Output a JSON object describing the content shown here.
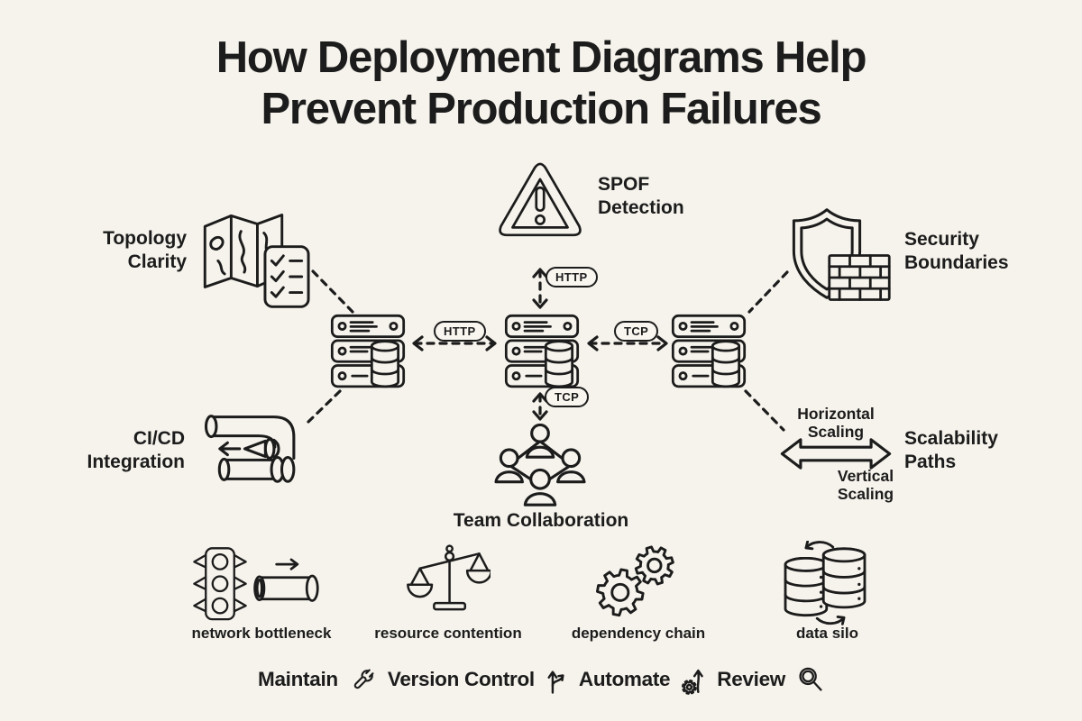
{
  "colors": {
    "bg": "#f6f3ec",
    "ink": "#1c1c1c",
    "pill_bg": "#f9f6f0",
    "traffic_red": "#d63c32",
    "traffic_yellow": "#f0b92e",
    "traffic_green": "#43a45f"
  },
  "title": {
    "line1": "How Deployment Diagrams Help",
    "line2": "Prevent Production Failures"
  },
  "features": {
    "spof": {
      "label": "SPOF\nDetection",
      "icon": "warning-triangle-icon"
    },
    "topology": {
      "label": "Topology\nClarity",
      "icons": [
        "map-icon",
        "checklist-icon"
      ]
    },
    "security": {
      "label": "Security\nBoundaries",
      "icons": [
        "shield-icon",
        "brick-wall-icon"
      ]
    },
    "cicd": {
      "label": "CI/CD\nIntegration",
      "icons": [
        "pipeline-icon"
      ]
    },
    "scalability": {
      "label": "Scalability\nPaths",
      "horizontal_label": "Horizontal\nScaling",
      "vertical_label": "Vertical\nScaling",
      "icons": [
        "double-headed-arrow-icon"
      ]
    },
    "team": {
      "label": "Team Collaboration",
      "icons": [
        "team-people-icon"
      ]
    }
  },
  "servers": {
    "count": 3,
    "icon": "server-stack-icon"
  },
  "connections": {
    "left": "HTTP",
    "right": "TCP",
    "top": "HTTP",
    "bottom": "TCP"
  },
  "problems": [
    {
      "label": "network bottleneck",
      "icons": [
        "traffic-light-icon",
        "pipe-icon"
      ]
    },
    {
      "label": "resource contention",
      "icons": [
        "scales-icon"
      ]
    },
    {
      "label": "dependency chain",
      "icons": [
        "gears-icon"
      ]
    },
    {
      "label": "data silo",
      "icons": [
        "database-sync-icon"
      ]
    }
  ],
  "actions": [
    {
      "label": "Maintain",
      "icon": "wrench-icon"
    },
    {
      "label": "Version Control",
      "icon": "branch-arrow-icon"
    },
    {
      "label": "Automate",
      "icon": "gear-up-arrow-icon"
    },
    {
      "label": "Review",
      "icon": "magnifier-icon"
    }
  ]
}
